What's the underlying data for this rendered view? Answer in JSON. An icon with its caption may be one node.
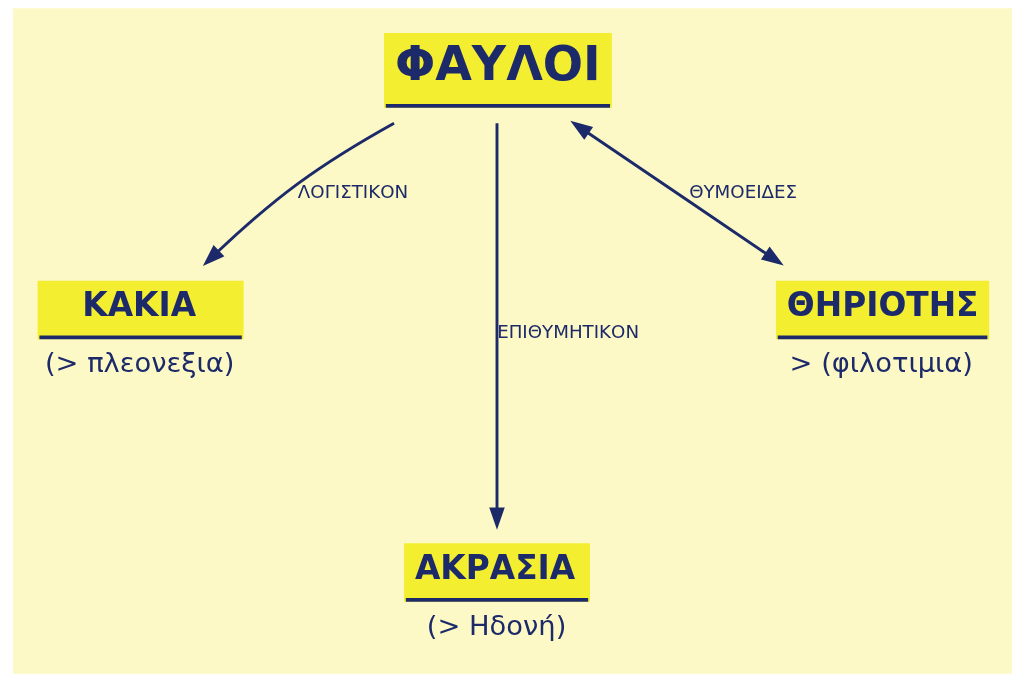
{
  "diagram": {
    "nodes": [
      {
        "text": [
          "ΦΑΥΛΟΙ"
        ]
      },
      {
        "text": [
          "ΚΑΚΙΑ"
        ],
        "beside": [
          "(> πλεονεξια)"
        ]
      },
      {
        "text": [
          "ΑΚΡΑΣΙΑ"
        ],
        "beside": [
          "(> Ηδονή)"
        ]
      },
      {
        "text": [
          "ΘΗΡΙΟΤΗΣ"
        ],
        "beside": [
          "> (φιλοτιμια)"
        ]
      }
    ],
    "edges": [
      {
        "from": 0,
        "to": 1,
        "arrow": "to",
        "label": "ΛΟΓΙΣΤΙΚΟΝ"
      },
      {
        "from": 0,
        "to": 2,
        "arrow": "to",
        "label": "ΕΠΙΘΥΜΗΤΙΚΟΝ"
      },
      {
        "from": 0,
        "to": 3,
        "arrow": "both",
        "label": "ΘΥΜΟΕΙΔΕΣ"
      }
    ]
  }
}
